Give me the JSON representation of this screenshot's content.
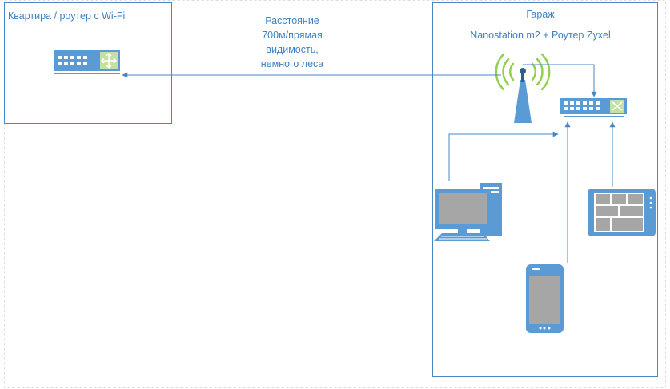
{
  "apartment": {
    "title": "Квартира / роутер с Wi-Fi"
  },
  "garage": {
    "title": "Гараж",
    "subtitle": "Nanostation m2 + Роутер Zyxel"
  },
  "link": {
    "lines": [
      "Расстояние",
      "700м/прямая",
      "видимость,",
      "немного леса"
    ]
  },
  "colors": {
    "stroke": "#4a86c4",
    "device": "#5b9bd5",
    "screen": "#a6a6a6",
    "label": "#3d82c3",
    "wifi": "#92d050",
    "canvas_border": "#d9d9d9"
  },
  "icons": {
    "apartment_router": "switch-router-icon",
    "antenna": "wireless-antenna-icon",
    "garage_router": "switch-router-icon",
    "desktop": "desktop-computer-icon",
    "tablet": "tablet-icon",
    "phone": "smartphone-icon"
  }
}
